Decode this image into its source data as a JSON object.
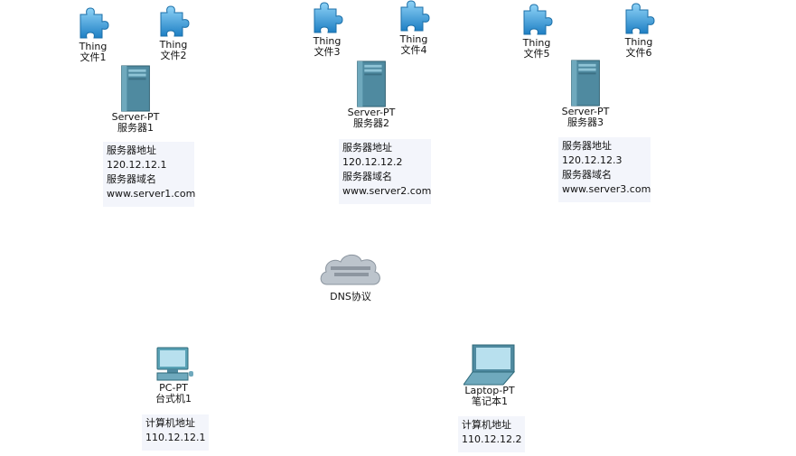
{
  "things": [
    {
      "name": "Thing",
      "file": "文件1"
    },
    {
      "name": "Thing",
      "file": "文件2"
    },
    {
      "name": "Thing",
      "file": "文件3"
    },
    {
      "name": "Thing",
      "file": "文件4"
    },
    {
      "name": "Thing",
      "file": "文件5"
    },
    {
      "name": "Thing",
      "file": "文件6"
    }
  ],
  "servers": [
    {
      "model": "Server-PT",
      "name": "服务器1",
      "addr_label": "服务器地址",
      "addr": "120.12.12.1",
      "domain_label": "服务器域名",
      "domain": "www.server1.com"
    },
    {
      "model": "Server-PT",
      "name": "服务器2",
      "addr_label": "服务器地址",
      "addr": "120.12.12.2",
      "domain_label": "服务器域名",
      "domain": "www.server2.com"
    },
    {
      "model": "Server-PT",
      "name": "服务器3",
      "addr_label": "服务器地址",
      "addr": "120.12.12.3",
      "domain_label": "服务器域名",
      "domain": "www.server3.com"
    }
  ],
  "cloud": {
    "label": "DNS协议"
  },
  "pc": {
    "model": "PC-PT",
    "name": "台式机1",
    "addr_label": "计算机地址",
    "addr": "110.12.12.1"
  },
  "laptop": {
    "model": "Laptop-PT",
    "name": "笔记本1",
    "addr_label": "计算机地址",
    "addr": "110.12.12.2"
  },
  "colors": {
    "puzzle": "#2e9ad8",
    "server": "#4f8aa0",
    "device": "#5aa2b6",
    "cloud": "#bcc4cc",
    "info_bg": "#f3f5fb"
  }
}
